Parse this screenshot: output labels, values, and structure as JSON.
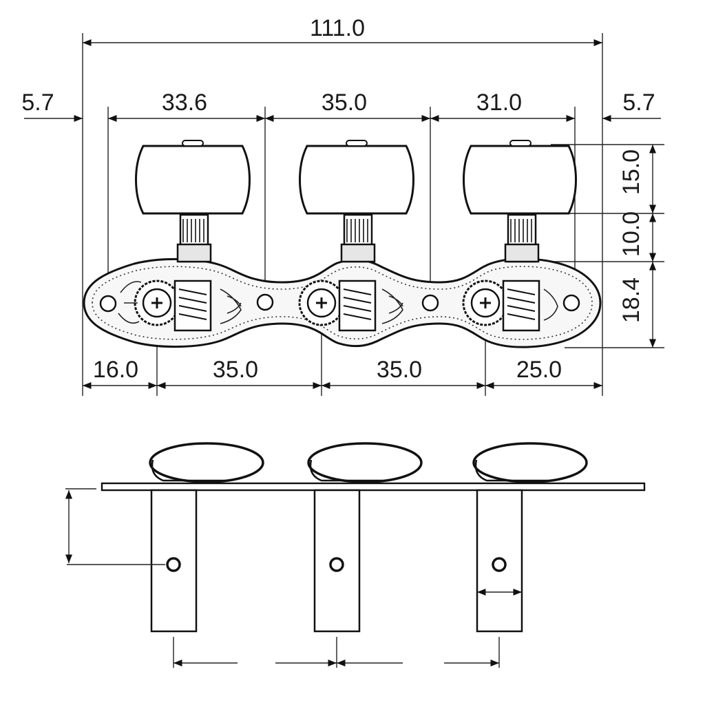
{
  "drawing": {
    "top_view": {
      "overall_width": "111.0",
      "left_margin": "5.7",
      "right_margin": "5.7",
      "post_spacing_1": "33.6",
      "post_spacing_2": "35.0",
      "post_spacing_3": "31.0",
      "button_height": "15.0",
      "shaft_height": "10.0",
      "plate_height": "18.4",
      "hole_spacing_1": "16.0",
      "hole_spacing_2": "35.0",
      "hole_spacing_3": "35.0",
      "hole_spacing_4": "25.0"
    },
    "side_view": {
      "roller_count": 3
    }
  }
}
